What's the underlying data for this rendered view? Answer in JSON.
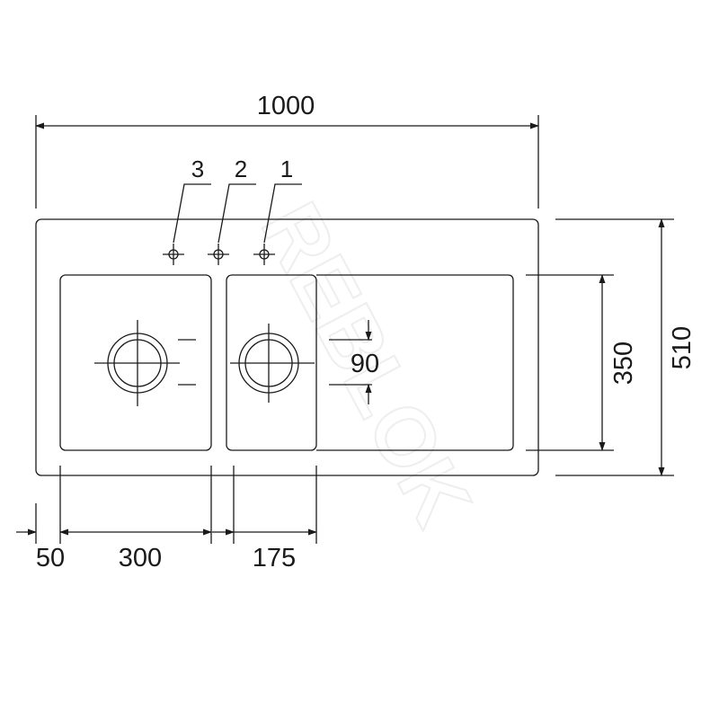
{
  "drawing": {
    "overall_width": "1000",
    "overall_depth": "510",
    "bowl_depth": "350",
    "tap_hole_offset": "90",
    "left_margin": "50",
    "main_bowl_width": "300",
    "second_bowl_width": "175",
    "tap_positions": [
      "3",
      "2",
      "1"
    ],
    "watermark": "REBLOK"
  },
  "colors": {
    "line": "#1a1a1a",
    "watermark": "#eeeeee"
  },
  "icons": {
    "tap_hole_marker": "crosshair-marker",
    "waste_outlet": "circular-drain"
  }
}
